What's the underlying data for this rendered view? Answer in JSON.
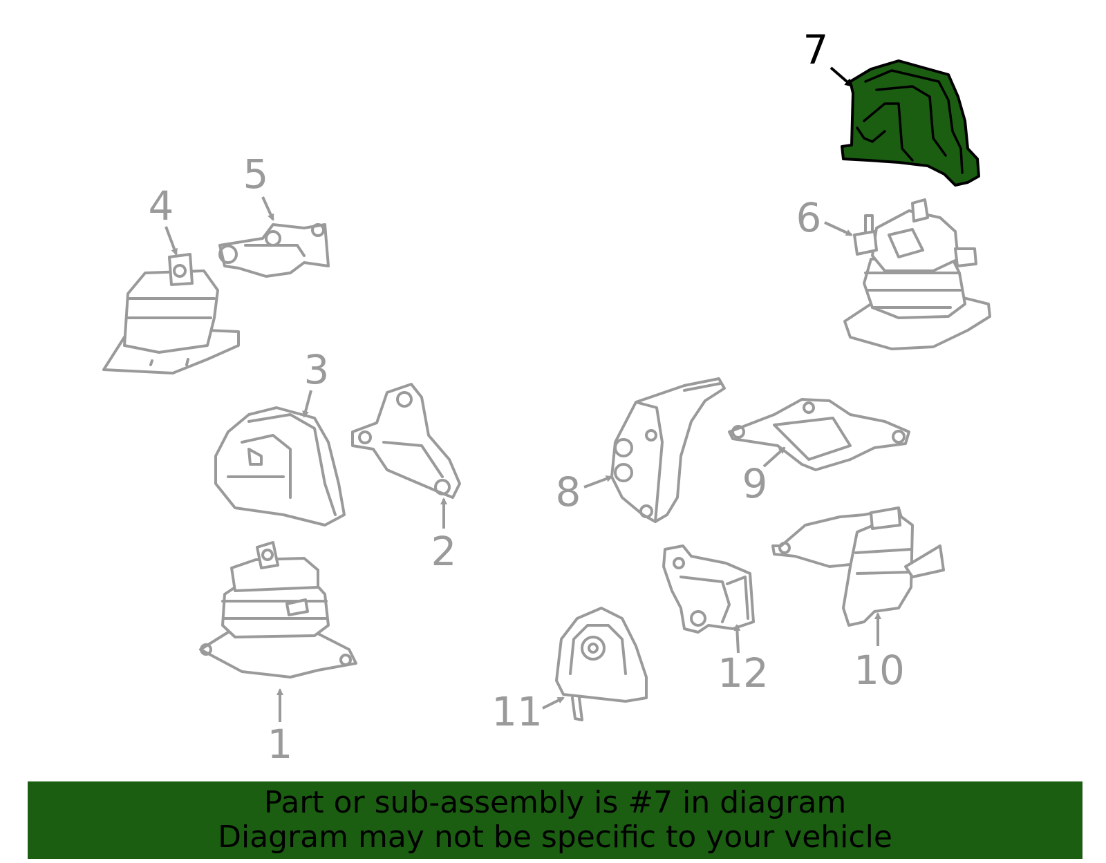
{
  "callouts": {
    "c1": "1",
    "c2": "2",
    "c3": "3",
    "c4": "4",
    "c5": "5",
    "c6": "6",
    "c7": "7",
    "c8": "8",
    "c9": "9",
    "c10": "10",
    "c11": "11",
    "c12": "12"
  },
  "highlighted_part": "7",
  "colors": {
    "highlight": "#1b5e12",
    "part_stroke": "#9a9a9a",
    "banner": "#1b5e12"
  },
  "banner": {
    "line1": "Part or sub-assembly is #7 in diagram",
    "line2": "Diagram may not be specific to your vehicle"
  }
}
